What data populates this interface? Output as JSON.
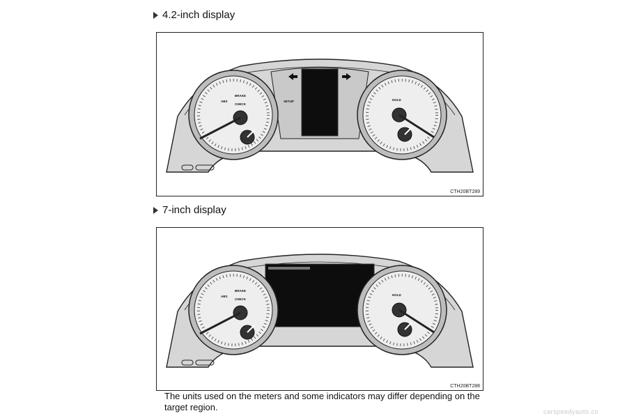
{
  "sections": [
    {
      "heading": "4.2-inch display",
      "figure_code": "CTH20BT289",
      "left_gauge": {
        "labels": [
          "BRAKE",
          "ABS",
          "CHECK"
        ]
      },
      "right_gauge": {
        "labels": [
          "HOLD"
        ]
      },
      "center_label": "SETUP"
    },
    {
      "heading": "7-inch display",
      "figure_code": "CTH20BT288",
      "left_gauge": {
        "labels": [
          "BRAKE",
          "ABS",
          "CHECK"
        ]
      },
      "right_gauge": {
        "labels": [
          "HOLD"
        ]
      }
    }
  ],
  "caption": "The units used on the meters and some indicators may differ depending on the target region.",
  "watermark": "carspeedyauto.co"
}
